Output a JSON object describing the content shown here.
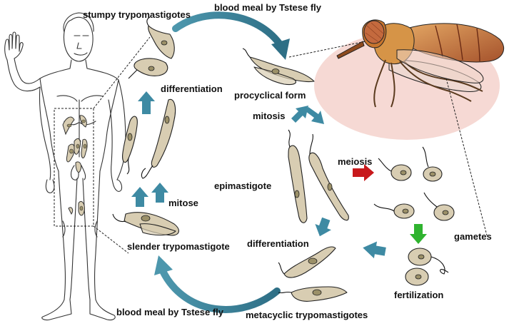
{
  "labels": {
    "stumpy": "stumpy trypomastigotes",
    "blood_meal_top": "blood meal by Tstese fly",
    "differentiation_top": "differentiation",
    "procyclical": "procyclical form",
    "mitosis": "mitosis",
    "meiosis": "meiosis",
    "epimastigote": "epimastigote",
    "mitose": "mitose",
    "slender": "slender trypomastigote",
    "differentiation_bottom": "differentiation",
    "gametes": "gametes",
    "fertilization": "fertilization",
    "blood_meal_bottom": "blood meal by Tstese fly",
    "metacyclic": "metacyclic trypomastigotes"
  },
  "colors": {
    "teal_arrow": "#3e8aa3",
    "red_arrow": "#c8191c",
    "green_arrow": "#2fb32f",
    "parasite_fill": "#d8cdb2",
    "nucleus_fill": "#9b9068",
    "fly_bg": "#f6d9d4",
    "fly_body": "#d69447"
  }
}
